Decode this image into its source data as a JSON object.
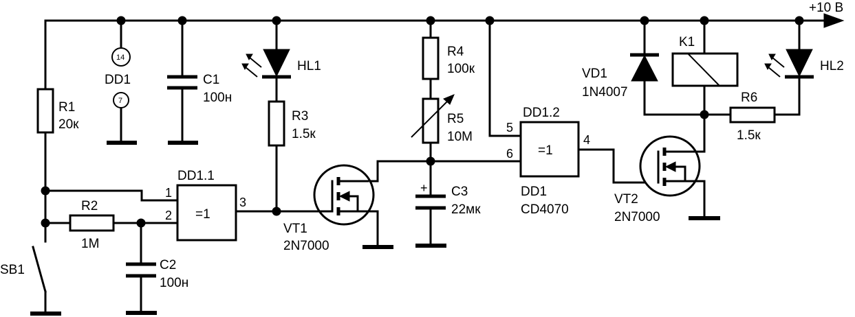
{
  "supply": {
    "label": "+10 В"
  },
  "dd1_power": {
    "label": "DD1",
    "vcc_pin": "14",
    "gnd_pin": "7"
  },
  "r1": {
    "ref": "R1",
    "value": "20к"
  },
  "r2": {
    "ref": "R2",
    "value": "1M"
  },
  "r3": {
    "ref": "R3",
    "value": "1.5к"
  },
  "r4": {
    "ref": "R4",
    "value": "100к"
  },
  "r5": {
    "ref": "R5",
    "value": "10M"
  },
  "r6": {
    "ref": "R6",
    "value": "1.5к"
  },
  "c1": {
    "ref": "C1",
    "value": "100н"
  },
  "c2": {
    "ref": "C2",
    "value": "100н"
  },
  "c3": {
    "ref": "C3",
    "value": "22мк",
    "polarity": "+"
  },
  "hl1": {
    "ref": "HL1"
  },
  "hl2": {
    "ref": "HL2"
  },
  "vd1": {
    "ref": "VD1",
    "part": "1N4007"
  },
  "k1": {
    "ref": "K1"
  },
  "sb1": {
    "ref": "SB1"
  },
  "vt1": {
    "ref": "VT1",
    "part": "2N7000"
  },
  "vt2": {
    "ref": "VT2",
    "part": "2N7000"
  },
  "dd1_1": {
    "ref": "DD1.1",
    "symbol": "=1",
    "pin_a": "1",
    "pin_b": "2",
    "pin_out": "3"
  },
  "dd1_2": {
    "ref": "DD1.2",
    "symbol": "=1",
    "pin_a": "5",
    "pin_b": "6",
    "pin_out": "4",
    "chip_ref": "DD1",
    "chip_part": "CD4070"
  }
}
